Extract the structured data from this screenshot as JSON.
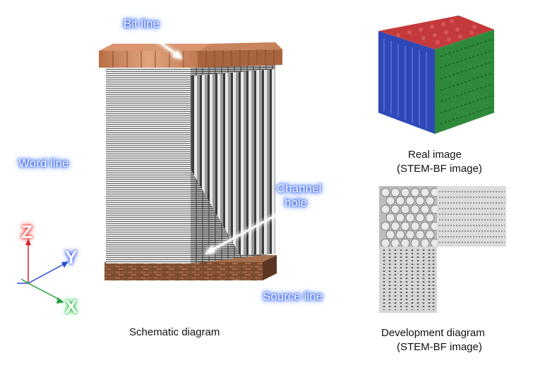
{
  "labels": {
    "bit_line": "Bit line",
    "word_line": "Word line",
    "channel_hole_1": "Channel",
    "channel_hole_2": "hole",
    "source_line": "Source line"
  },
  "axes": {
    "z": "Z",
    "y": "Y",
    "x": "X"
  },
  "captions": {
    "schematic": "Schematic diagram",
    "real_image_1": "Real image",
    "real_image_2": "(STEM-BF image)",
    "development_1": "Development diagram",
    "development_2": "(STEM-BF image)"
  },
  "colors": {
    "axis_z": "#d8232a",
    "axis_y": "#2a4bd7",
    "axis_x": "#22a23a",
    "bit_line": "#c27a52",
    "source_line": "#7a4a30",
    "cube_top": "#c43a3a",
    "cube_left": "#2f48b8",
    "cube_right": "#2e8a3a",
    "glow": "#3f6fff"
  }
}
